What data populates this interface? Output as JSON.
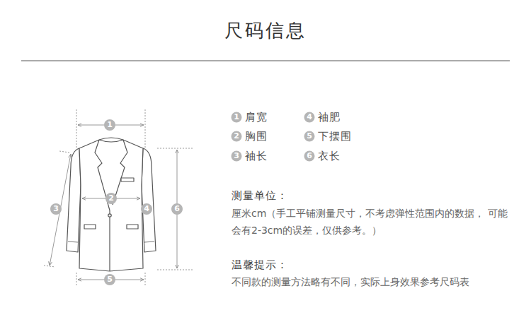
{
  "diagram": {
    "title": "尺码信息",
    "labels": [
      "1",
      "2",
      "3",
      "4",
      "5",
      "6",
      "1",
      "肩宽",
      "4",
      "袖肥",
      "2",
      "胸围",
      "5",
      "下摆围",
      "3",
      "袖长",
      "6",
      "衣长",
      "测量单位：",
      "厘米cm（手工平铺测量尺寸，不考虑弹性范围内的数据， 可能会有2-3cm的误差，仅供参考。）",
      "温馨提示：",
      "不同款的测量方法略有不同，实际上身效果参考尺码表"
    ]
  }
}
